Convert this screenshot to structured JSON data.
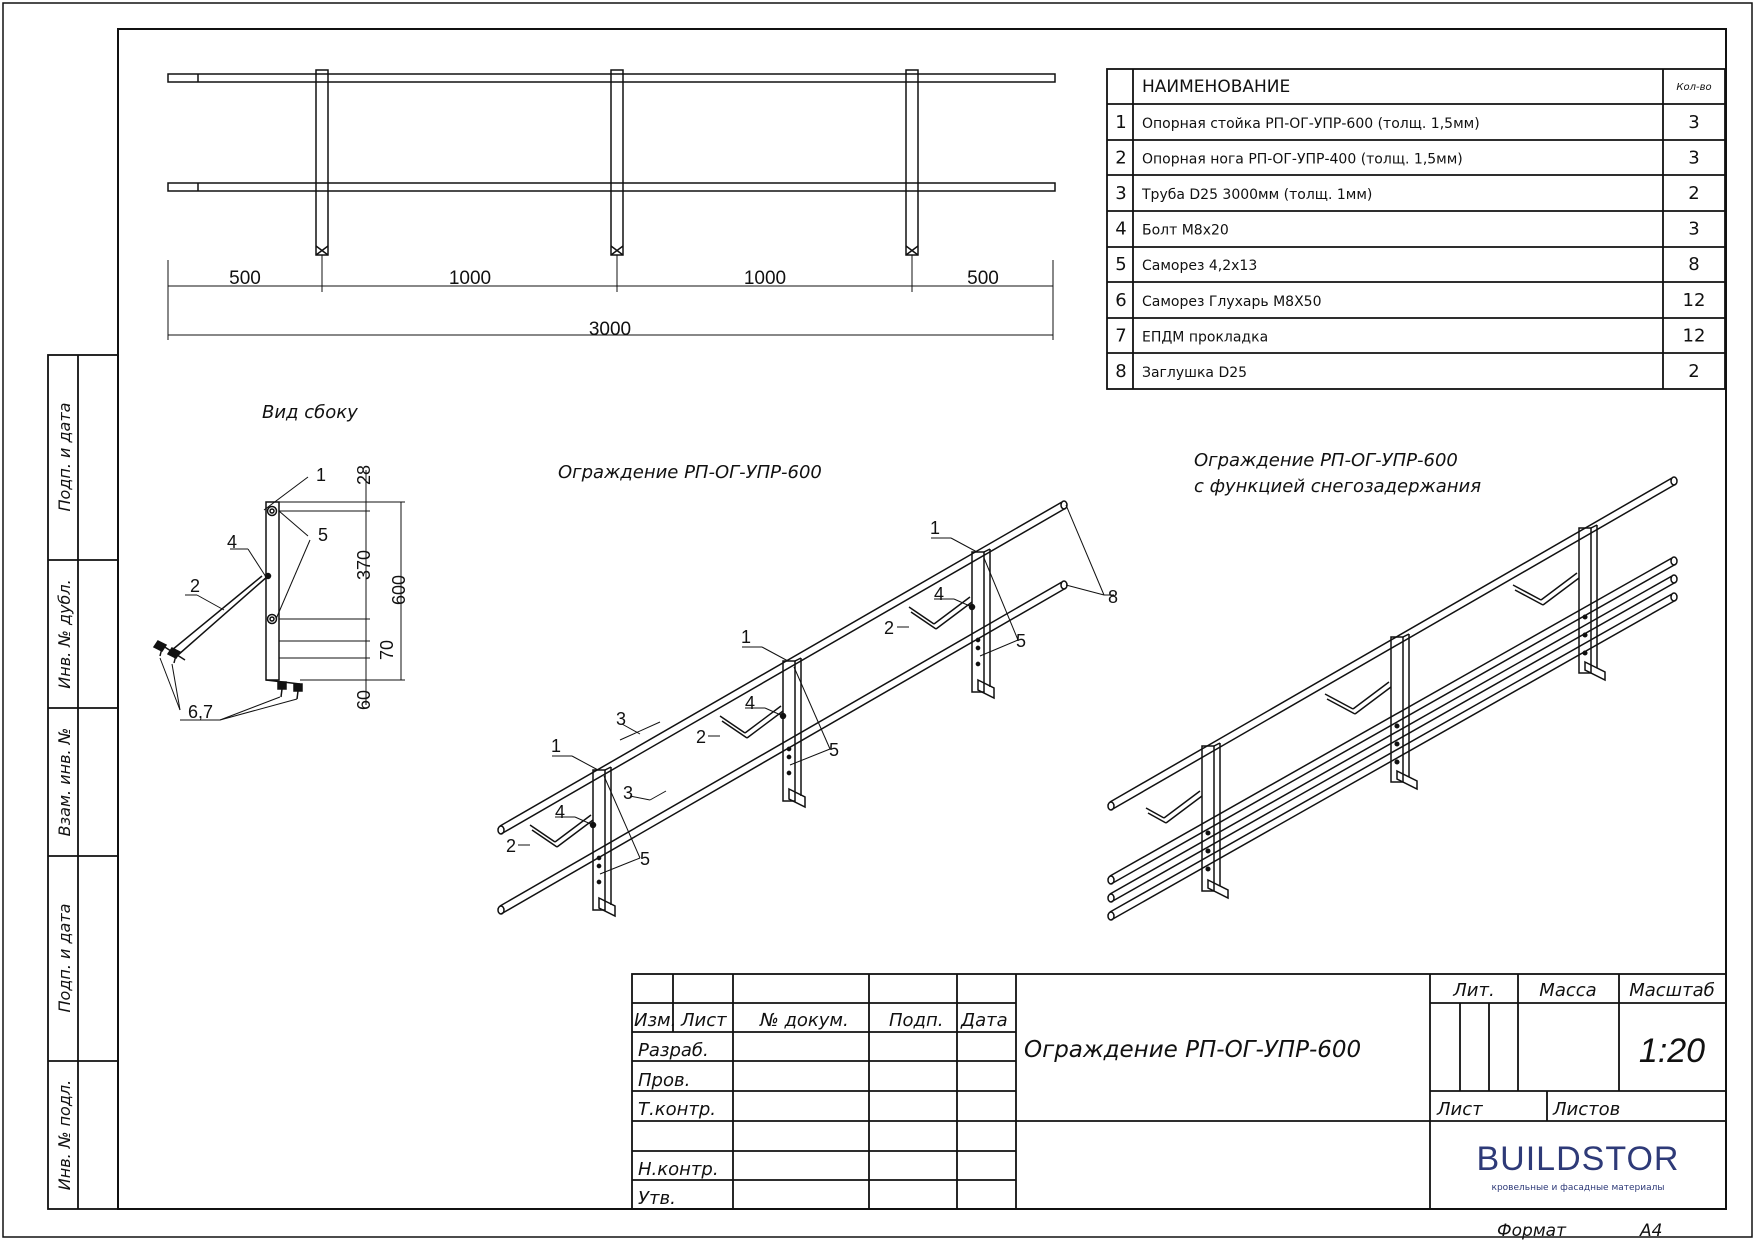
{
  "spec_table": {
    "header_name": "НАИМЕНОВАНИЕ",
    "header_qty": "Кол-во",
    "rows": [
      {
        "num": "1",
        "name": "Опорная стойка РП-ОГ-УПР-600 (толщ. 1,5мм)",
        "qty": "3"
      },
      {
        "num": "2",
        "name": "Опорная нога РП-ОГ-УПР-400 (толщ. 1,5мм)",
        "qty": "3"
      },
      {
        "num": "3",
        "name": "Труба D25 3000мм (толщ. 1мм)",
        "qty": "2"
      },
      {
        "num": "4",
        "name": "Болт М8х20",
        "qty": "3"
      },
      {
        "num": "5",
        "name": "Саморез 4,2х13",
        "qty": "8"
      },
      {
        "num": "6",
        "name": "Саморез Глухарь М8Х50",
        "qty": "12"
      },
      {
        "num": "7",
        "name": "ЕПДМ прокладка",
        "qty": "12"
      },
      {
        "num": "8",
        "name": "Заглушка D25",
        "qty": "2"
      }
    ]
  },
  "front_view": {
    "dims": [
      "500",
      "1000",
      "1000",
      "500"
    ],
    "total": "3000"
  },
  "side_view": {
    "title": "Вид сбоку",
    "dims": [
      "28",
      "370",
      "600",
      "70",
      "60"
    ],
    "callouts": [
      "1",
      "4",
      "5",
      "2",
      "6,7"
    ]
  },
  "iso_view_1": {
    "title": "Ограждение РП-ОГ-УПР-600",
    "callouts": [
      "1",
      "4",
      "2",
      "5",
      "8",
      "1",
      "4",
      "2",
      "5",
      "3",
      "1",
      "3",
      "4",
      "2",
      "5"
    ]
  },
  "iso_view_2": {
    "title_line1": "Ограждение РП-ОГ-УПР-600",
    "title_line2": "с функцией снегозадержания"
  },
  "side_stamp": [
    "Подп. и дата",
    "Инв. № дубл.",
    "Взам. инв. №",
    "Подп. и дата",
    "Инв. № подл."
  ],
  "title_block": {
    "cols": [
      "Изм.",
      "Лист",
      "№ докум.",
      "Подп.",
      "Дата"
    ],
    "roles": [
      "Разраб.",
      "Пров.",
      "Т.контр.",
      "Н.контр.",
      "Утв."
    ],
    "title": "Ограждение РП-ОГ-УПР-600",
    "lit_label": "Лит.",
    "mass_label": "Масса",
    "scale_label": "Масштаб",
    "scale": "1:20",
    "sheet_label": "Лист",
    "sheets_label": "Листов",
    "logo_text": "BUILDSTOR",
    "logo_tagline": "кровельные и фасадные материалы",
    "logo_color": "#2e3a78",
    "format_label": "Формат",
    "format": "А4"
  }
}
